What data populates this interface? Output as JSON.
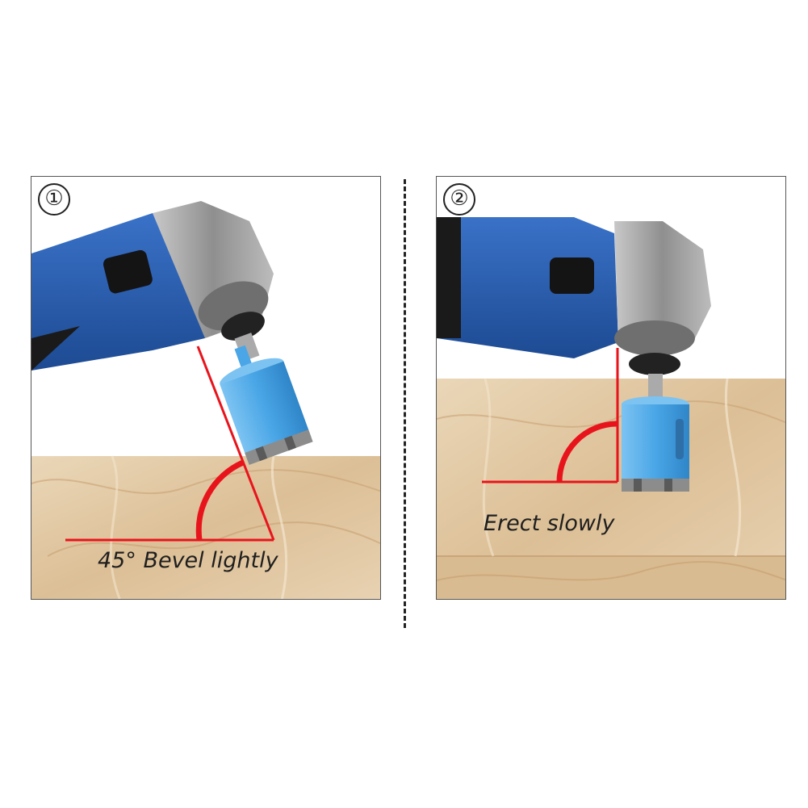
{
  "steps": [
    {
      "number": "①",
      "caption": "45° Bevel lightly"
    },
    {
      "number": "②",
      "caption": "Erect slowly"
    }
  ],
  "colors": {
    "tool_body": "#2a5db0",
    "drill_bit": "#4aa6e6",
    "angle_mark": "#e8141c",
    "marble": "#e6cfae",
    "metal": "#9a9a9a"
  },
  "icons": [
    "angle-grinder-icon",
    "core-drill-bit-icon",
    "marble-slab-icon",
    "angle-arc-icon"
  ]
}
